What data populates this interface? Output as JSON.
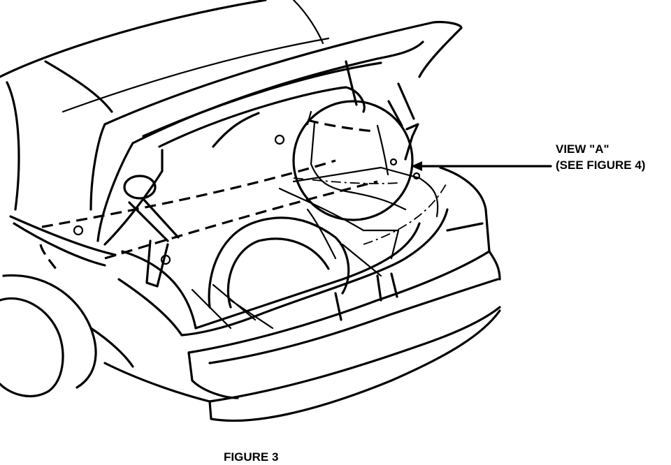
{
  "callout": {
    "line1": "VIEW \"A\"",
    "line2": "(SEE FIGURE 4)"
  },
  "caption": "FIGURE 3"
}
